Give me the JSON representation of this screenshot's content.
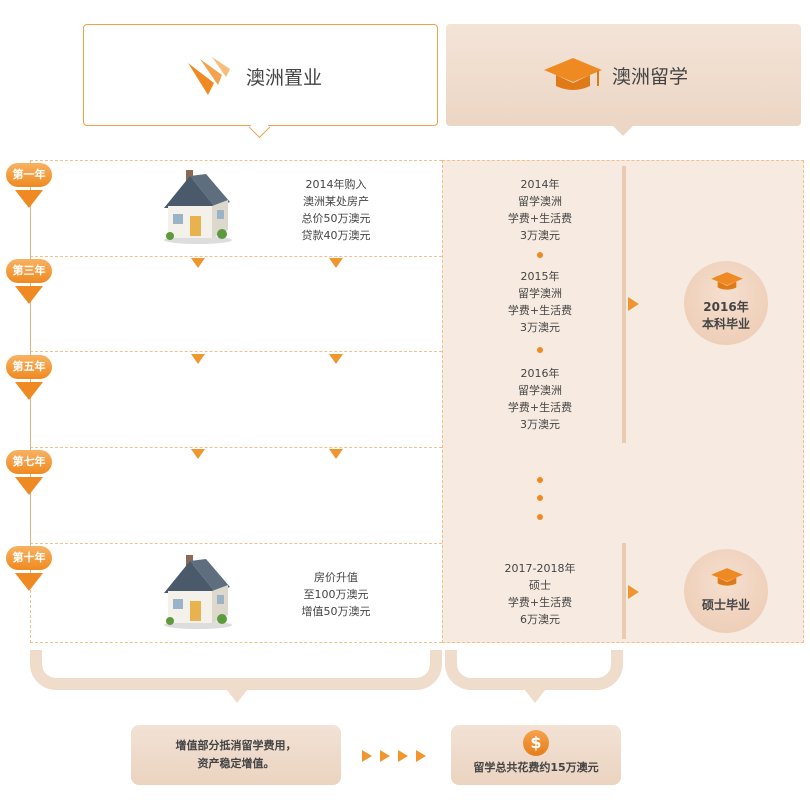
{
  "header": {
    "left_title": "澳洲置业",
    "right_title": "澳洲留学"
  },
  "timeline": {
    "years": [
      "第一年",
      "第三年",
      "第五年",
      "第七年",
      "第十年"
    ]
  },
  "property": {
    "purchase_lines": [
      "2014年购入",
      "澳洲某处房产",
      "总价50万澳元",
      "贷款40万澳元"
    ],
    "appreciation_lines": [
      "房价升值",
      "至100万澳元",
      "增值50万澳元"
    ]
  },
  "study": {
    "y2014": [
      "2014年",
      "留学澳洲",
      "学费+生活费",
      "3万澳元"
    ],
    "y2015": [
      "2015年",
      "留学澳洲",
      "学费+生活费",
      "3万澳元"
    ],
    "y2016": [
      "2016年",
      "留学澳洲",
      "学费+生活费",
      "3万澳元"
    ],
    "y2017": [
      "2017-2018年",
      "硕士",
      "学费+生活费",
      "6万澳元"
    ]
  },
  "graduation": {
    "bachelor_lines": [
      "2016年",
      "本科毕业"
    ],
    "master_label": "硕士毕业"
  },
  "summary": {
    "left_lines": [
      "增值部分抵消留学费用，",
      "资产稳定增值。"
    ],
    "right_label": "留学总共花费约15万澳元",
    "dollar_symbol": "$"
  },
  "colors": {
    "accent": "#ef8a22",
    "panel": "#f7ebe1",
    "border": "#f0a24a"
  },
  "icons": [
    "brand-logo-icon",
    "graduation-cap-icon",
    "house-icon",
    "dollar-icon"
  ]
}
